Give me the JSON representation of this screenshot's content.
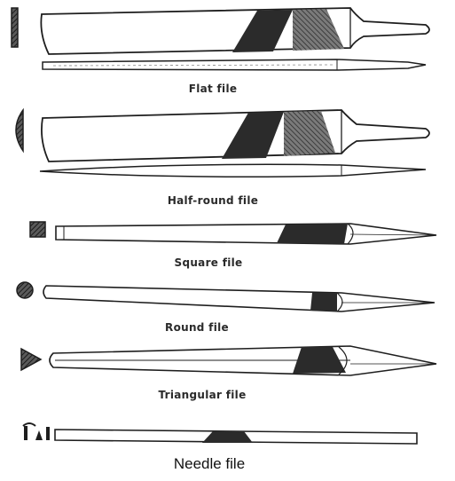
{
  "figure": {
    "files": [
      {
        "key": "flat",
        "label": "Flat file"
      },
      {
        "key": "half_round",
        "label": "Half-round file"
      },
      {
        "key": "square",
        "label": "Square file"
      },
      {
        "key": "round",
        "label": "Round file"
      },
      {
        "key": "triangular",
        "label": "Triangular file"
      }
    ],
    "caption": "Needle file"
  },
  "colors": {
    "ink": "#1e1e1e",
    "shade_dark": "#2b2b2b",
    "shade_mid": "#6a6a6a",
    "paper": "#ffffff"
  }
}
